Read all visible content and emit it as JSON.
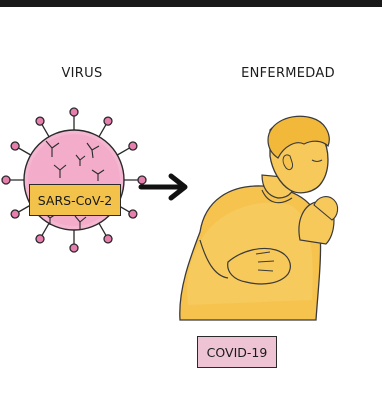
{
  "headings": {
    "virus": "VIRUS",
    "disease": "ENFERMEDAD"
  },
  "labels": {
    "virus_name": "SARS-CoV-2",
    "disease_name": "COVID-19"
  },
  "colors": {
    "virus_body": "#f2a6c6",
    "virus_spikes": "#e77fae",
    "virus_label_bg": "#f3c24a",
    "person_skin": "#f6c34e",
    "disease_label_bg": "#eec3d4",
    "arrow": "#111111"
  },
  "icons": {
    "virus": "coronavirus-particle-icon",
    "arrow": "right-arrow-icon",
    "person": "coughing-person-icon"
  }
}
